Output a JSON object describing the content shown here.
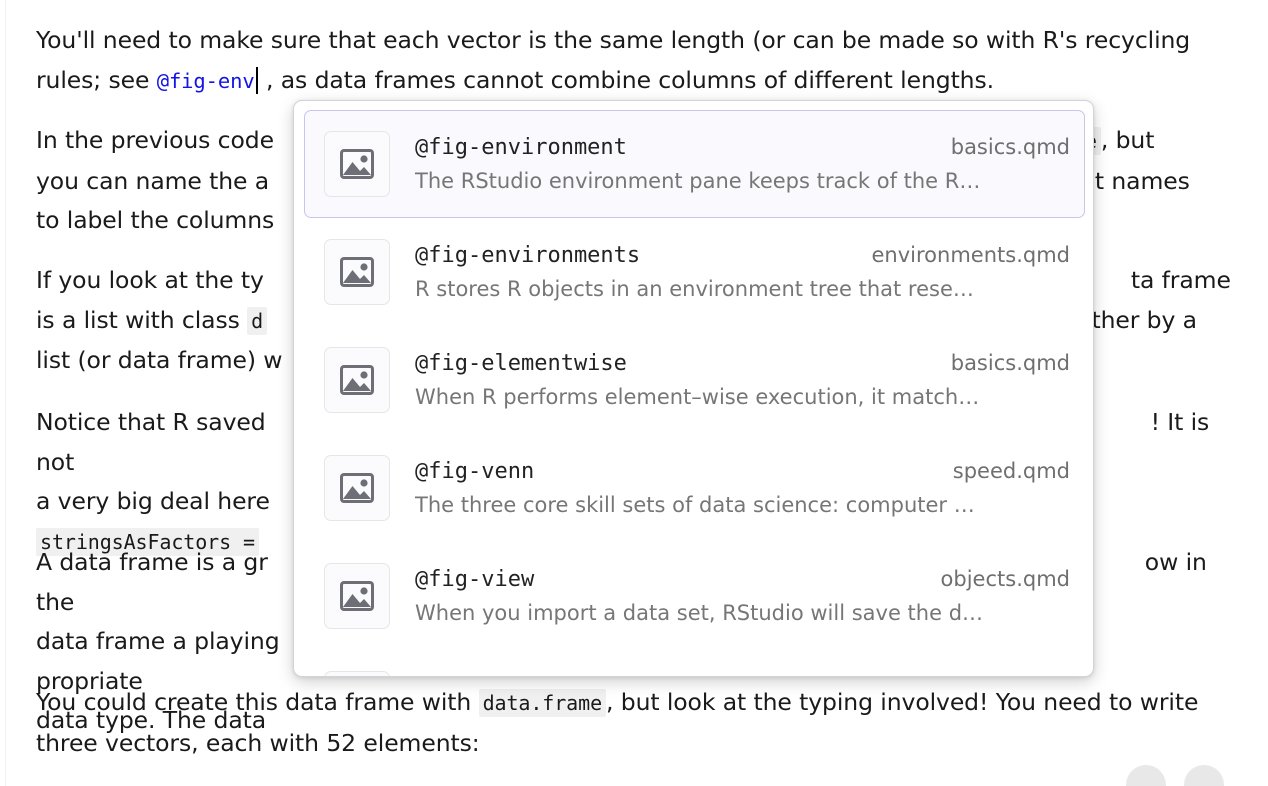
{
  "document": {
    "paragraphs": [
      {
        "id": "p1",
        "segments": [
          {
            "type": "text",
            "text": "You'll need to make sure that each vector is the same length (or can be made so with R's recycling rules; see "
          },
          {
            "type": "xref",
            "text": "@fig-env"
          },
          {
            "type": "caret"
          },
          {
            "type": "text",
            "text": " , as data frames cannot combine columns of different lengths."
          }
        ]
      },
      {
        "id": "p2",
        "segments": [
          {
            "type": "text",
            "text": "In the previous code, the argument was set to "
          },
          {
            "type": "code",
            "text": "ue"
          },
          {
            "type": "text",
            "text": ", but you can name the arguments, and R will use the argument names to label the columns."
          }
        ]
      },
      {
        "id": "p3",
        "segments": [
          {
            "type": "text",
            "text": "If you look at the type of the object, you will see that a data frame is a list with class "
          },
          {
            "type": "code",
            "text": "d"
          },
          {
            "type": "text",
            "text": " held together by a list (or data frame) wrapper."
          }
        ]
      },
      {
        "id": "p4",
        "segments": [
          {
            "type": "text",
            "text": "Notice that R saved the character vector as a factor! It is not a very big deal here, but you can avoid this with "
          },
          {
            "type": "code",
            "text": "stringsAsFactors = FALSE"
          },
          {
            "type": "text",
            "text": "."
          }
        ]
      },
      {
        "id": "p5",
        "segments": [
          {
            "type": "text",
            "text": "A data frame is a great way to store data. You can make every row in the data frame a playing card, and every column the appropriate data type. The data frame keeps each column in its own type."
          }
        ]
      },
      {
        "id": "p6",
        "segments": [
          {
            "type": "text",
            "text": "You could create this data frame with "
          },
          {
            "type": "code",
            "text": "data.frame"
          },
          {
            "type": "text",
            "text": ", but look at the typing involved! You need to write three vectors, each with 52 elements:"
          }
        ]
      }
    ],
    "p1_part_a": "You'll need to make sure that each vector is the same length (or can be made so with R's recycling rules; see ",
    "p1_xref": "@fig-env",
    "p1_part_b": " , as data frames cannot combine columns of different lengths.",
    "p2_part_a": "In the previous code",
    "p2_code": "ue",
    "p2_part_b": ", but",
    "p2_line2_a": "you can name the a",
    "p2_line2_b": "nt names",
    "p2_line3": "to label the columns",
    "p3_line1_a": "If you look at the ty",
    "p3_line1_b": "ta frame",
    "p3_line2_a": "is a list with class ",
    "p3_code": "d",
    "p3_line2_b": "ether by a",
    "p3_line3": "list (or data frame) w",
    "p4_line1": "Notice that R saved",
    "p4_line1_b": "! It is not",
    "p4_line2": "a very big deal here",
    "p4_code": "stringsAsFactors =",
    "p5_line1_a": "A data frame is a gr",
    "p5_line1_b": "ow in the",
    "p5_line2_a": "data frame a playing",
    "p5_line2_b": "propriate",
    "p5_line3": "data type. The data",
    "p6_part_a": "You could create this data frame with ",
    "p6_code": "data.frame",
    "p6_part_b": ", but look at the typing involved! You need to write three vectors, each with 52 elements:"
  },
  "autocomplete": {
    "visible": true,
    "selected_index": 0,
    "items": [
      {
        "title": "@fig-environment",
        "file": "basics.qmd",
        "description": "The RStudio environment pane keeps track of the R…",
        "icon": "image-placeholder-icon",
        "selected": true
      },
      {
        "title": "@fig-environments",
        "file": "environments.qmd",
        "description": "R stores R objects in an environment tree that rese…",
        "icon": "image-placeholder-icon",
        "selected": false
      },
      {
        "title": "@fig-elementwise",
        "file": "basics.qmd",
        "description": "When R performs element–wise execution, it match…",
        "icon": "image-placeholder-icon",
        "selected": false
      },
      {
        "title": "@fig-venn",
        "file": "speed.qmd",
        "description": "The three core skill sets of data science: computer …",
        "icon": "image-placeholder-icon",
        "selected": false
      },
      {
        "title": "@fig-view",
        "file": "objects.qmd",
        "description": "When you import a data set, RStudio will save the d…",
        "icon": "image-placeholder-icon",
        "selected": false
      },
      {
        "title": "",
        "file": "",
        "description": "",
        "icon": "image-placeholder-icon",
        "selected": false
      }
    ]
  },
  "floating_buttons": [
    {
      "name": "fab-left",
      "label": ""
    },
    {
      "name": "fab-right",
      "label": ""
    }
  ],
  "colors": {
    "xref_blue": "#1414e6",
    "selection_border": "#c6c6ef",
    "selection_background": "#f9f9fe",
    "inline_code_background": "#f0f0f0",
    "description_text": "#767676",
    "popup_border": "#d4d4d4"
  }
}
